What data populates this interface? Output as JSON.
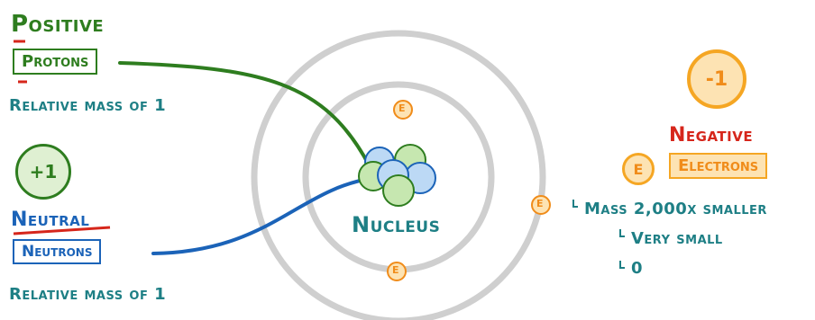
{
  "left": {
    "positive": "Positive",
    "protons": "Protons",
    "rel_mass_top": "Relative mass of 1",
    "plus_one": "+1",
    "neutral": "Neutral",
    "neutrons": "Neutrons",
    "rel_mass_bottom": "Relative mass of 1"
  },
  "center": {
    "nucleus": "Nucleus",
    "electron_symbol": "E"
  },
  "right": {
    "minus_one": "-1",
    "negative": "Negative",
    "electron_symbol": "E",
    "electrons": "Electrons",
    "mass_note": "Mass 2,000x smaller",
    "very_small": "Very small",
    "zero": "0"
  },
  "colors": {
    "green": "#2e7d1f",
    "teal": "#1e7f85",
    "blue": "#1b63b8",
    "red": "#d6261b",
    "orange": "#f08c1a",
    "proton_fill": "#c6e7b0",
    "neutron_fill": "#bcd9f5"
  }
}
